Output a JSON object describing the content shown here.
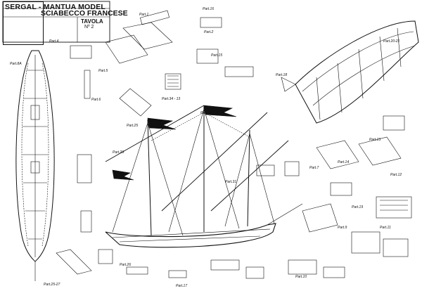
{
  "header": {
    "brand": "SERGAL - MANTUA MODEL",
    "ship": "SCIABECCO FRANCESE",
    "sheet_label": "TAVOLA",
    "sheet_no": "Nº 2"
  },
  "part_labels": [
    {
      "id": "p1",
      "text": "Part.1"
    },
    {
      "id": "p2",
      "text": "Part.2"
    },
    {
      "id": "p4",
      "text": "Part.4"
    },
    {
      "id": "p5",
      "text": "Part.5"
    },
    {
      "id": "p6",
      "text": "Part.6"
    },
    {
      "id": "p8a",
      "text": "Part.8A"
    },
    {
      "id": "p15",
      "text": "Part.15"
    },
    {
      "id": "p16",
      "text": "Part.16"
    },
    {
      "id": "p18",
      "text": "Part.18"
    },
    {
      "id": "p20",
      "text": "Part.20-21"
    },
    {
      "id": "p22",
      "text": "Part.22"
    },
    {
      "id": "p25",
      "text": "Part.25"
    },
    {
      "id": "p29",
      "text": "Part.29"
    },
    {
      "id": "p31",
      "text": "Part.31"
    },
    {
      "id": "p34",
      "text": "Part.34 - 13"
    },
    {
      "id": "p13",
      "text": "Part.13"
    },
    {
      "id": "p14",
      "text": "Part.14"
    },
    {
      "id": "p7",
      "text": "Part.7"
    },
    {
      "id": "p9",
      "text": "Part.9"
    },
    {
      "id": "p10",
      "text": "Part.10"
    },
    {
      "id": "p11",
      "text": "Part.11"
    },
    {
      "id": "p12",
      "text": "Part.12"
    },
    {
      "id": "p17",
      "text": "Part.17"
    },
    {
      "id": "p19",
      "text": "Part.19"
    },
    {
      "id": "p26",
      "text": "Part.26"
    },
    {
      "id": "p25b",
      "text": "Part.25-27"
    }
  ]
}
